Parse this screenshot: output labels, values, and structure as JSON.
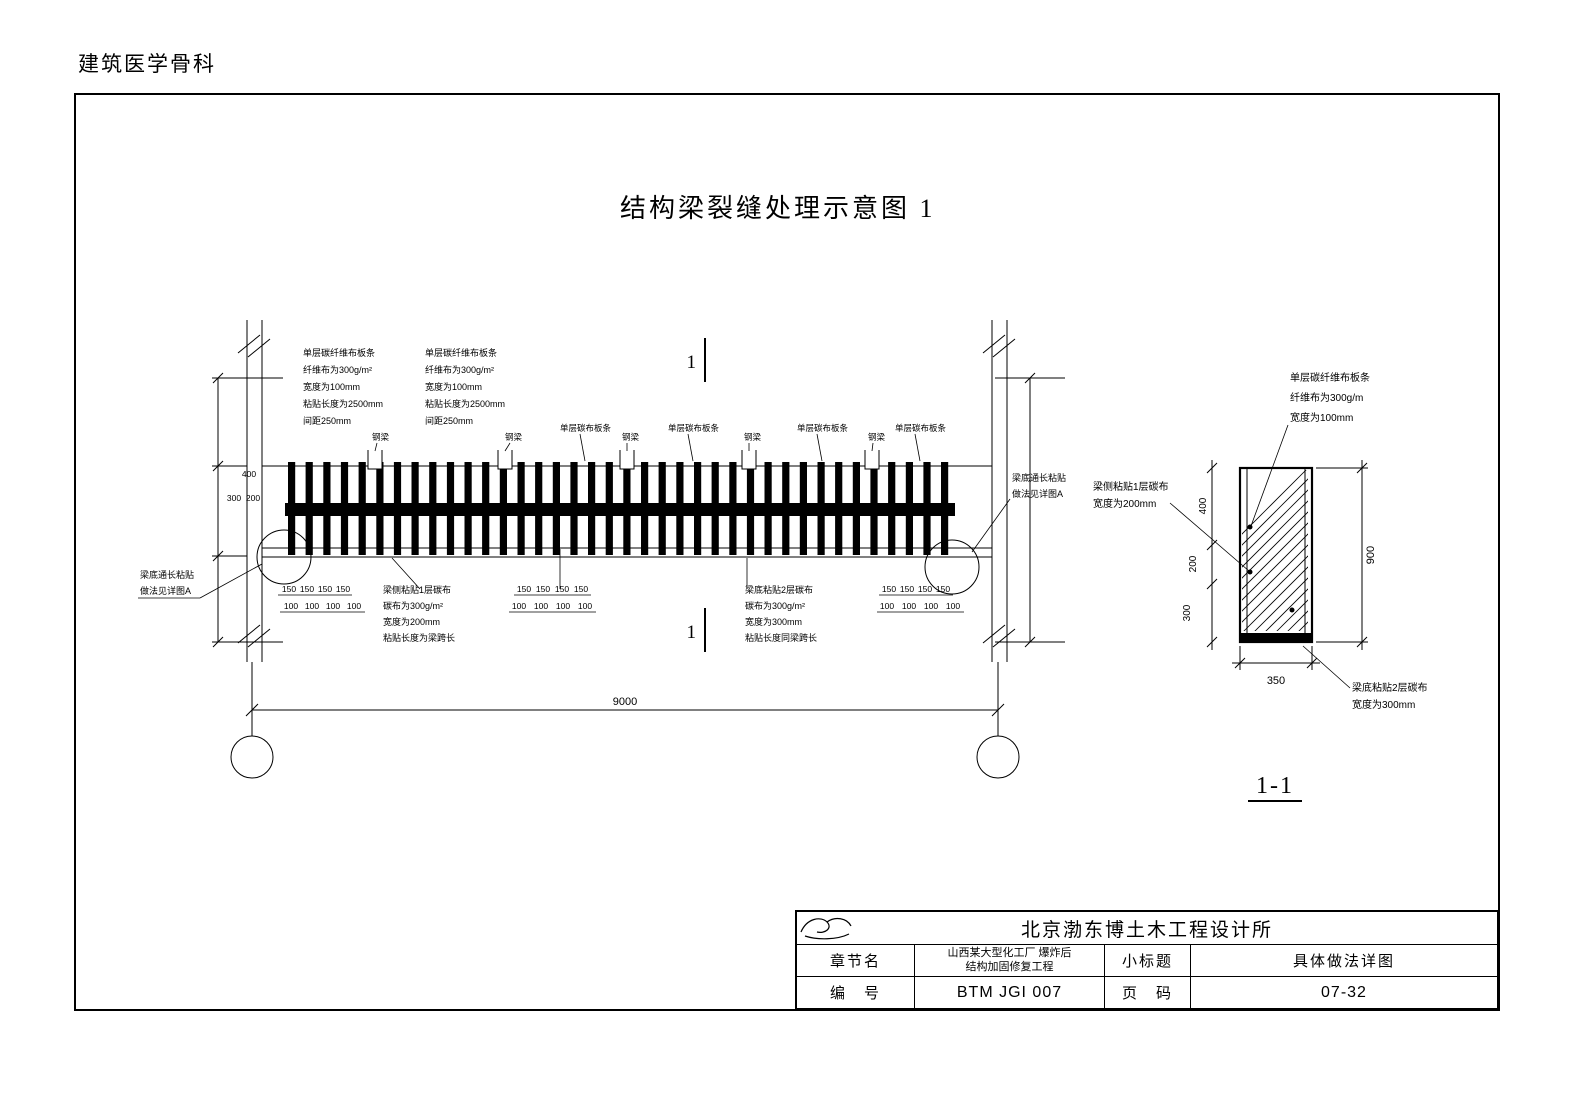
{
  "page": {
    "watermark": "建筑医学骨科",
    "title": "结构梁裂缝处理示意图 1"
  },
  "elevation": {
    "ann_strip": [
      "单层碳纤维布板条",
      "纤维布为300g/m²",
      "宽度为100mm",
      "粘贴长度为2500mm",
      "间距250mm"
    ],
    "steel_beam": "钢梁",
    "strip_label": "单层碳布板条",
    "detail_note": [
      "梁底通长粘贴",
      "做法见详图A"
    ],
    "ann_side": [
      "梁侧粘贴1层碳布",
      "碳布为300g/m²",
      "宽度为200mm",
      "粘贴长度为梁跨长"
    ],
    "ann_bottom": [
      "梁底粘贴2层碳布",
      "碳布为300g/m²",
      "宽度为300mm",
      "粘贴长度同梁跨长"
    ],
    "dim_150": "150",
    "dim_100": "100",
    "cluster": [
      "400",
      "200",
      "300"
    ],
    "dim_overall": "9000",
    "section_mark": "1"
  },
  "section": {
    "title": "1-1",
    "ann_top": [
      "单层碳纤维布板条",
      "纤维布为300g/m",
      "宽度为100mm"
    ],
    "ann_side": [
      "梁侧粘贴1层碳布",
      "宽度为200mm"
    ],
    "ann_bottom": [
      "梁底粘贴2层碳布",
      "宽度为300mm"
    ],
    "dim_w": "350",
    "dim_h": "900",
    "segs": [
      "400",
      "200",
      "300"
    ]
  },
  "titleblock": {
    "company": "北京渤东博土木工程设计所",
    "chapter_label": "章节名",
    "chapter_value_1": "山西某大型化工厂 爆炸后",
    "chapter_value_2": "结构加固修复工程",
    "subtitle_label": "小标题",
    "subtitle_value": "具体做法详图",
    "number_label": "编　号",
    "number_value": "BTM JGI 007",
    "page_label": "页　码",
    "page_value": "07-32"
  }
}
